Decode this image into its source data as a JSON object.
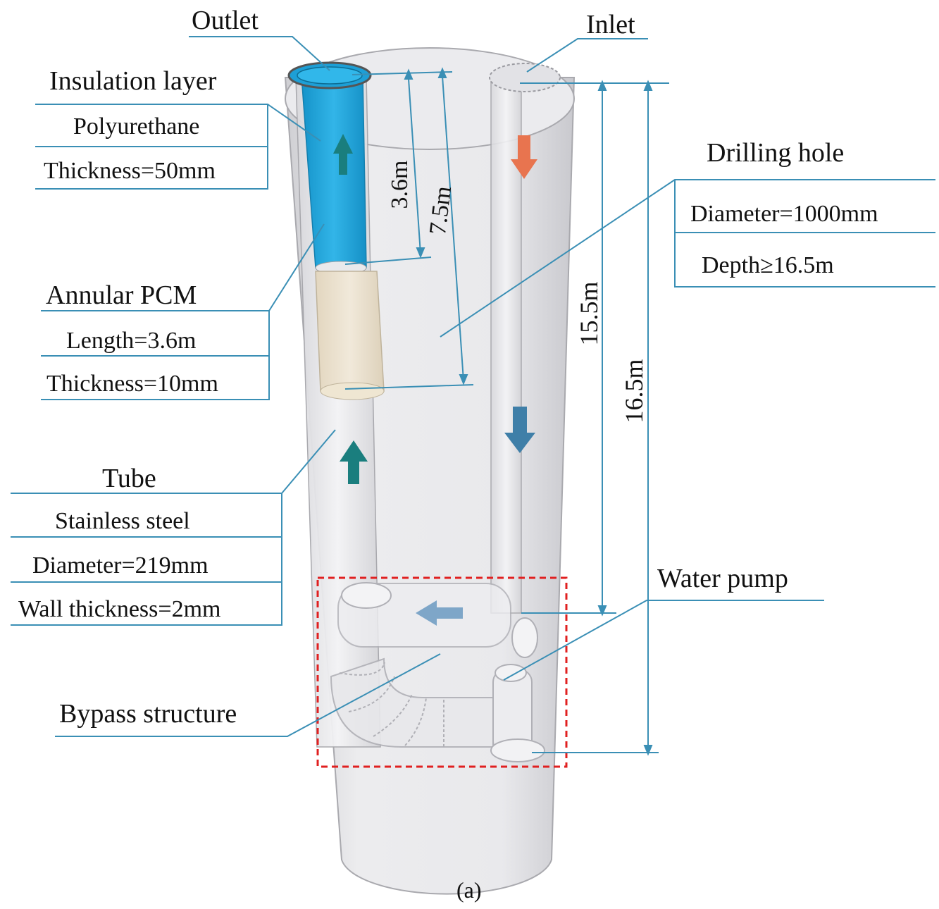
{
  "labels": {
    "outlet": "Outlet",
    "inlet": "Inlet",
    "insulation_title": "Insulation layer",
    "insulation_material": "Polyurethane",
    "insulation_thickness": "Thickness=50mm",
    "pcm_title": "Annular PCM",
    "pcm_length": "Length=3.6m",
    "pcm_thickness": "Thickness=10mm",
    "tube_title": "Tube",
    "tube_material": "Stainless steel",
    "tube_diameter": "Diameter=219mm",
    "tube_wall": "Wall thickness=2mm",
    "drilling_title": "Drilling hole",
    "drilling_diameter": "Diameter=1000mm",
    "drilling_depth": "Depth≥16.5m",
    "water_pump": "Water pump",
    "bypass": "Bypass structure"
  },
  "dimensions": {
    "d_36": "3.6m",
    "d_75": "7.5m",
    "d_155": "15.5m",
    "d_165": "16.5m"
  },
  "caption": "(a)",
  "colors": {
    "leader": "#3a8fb5",
    "outlet_fluid": "#1fa3d8",
    "pcm": "#eadfca",
    "up_arrow": "#1a7e7e",
    "inlet_arrow": "#e8744f",
    "down_arrow": "#3f7fa8",
    "bypass_box": "#e02020",
    "cylinder": "#e6e6e8"
  }
}
